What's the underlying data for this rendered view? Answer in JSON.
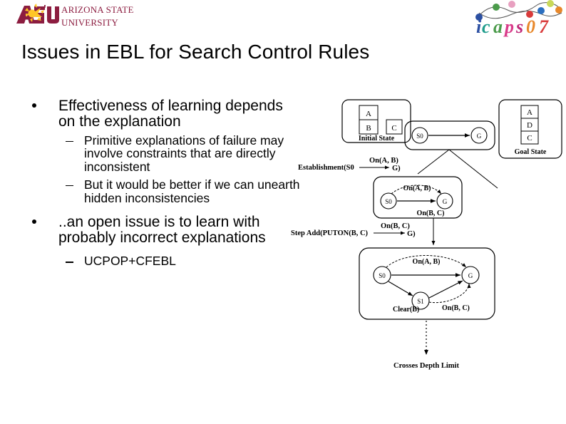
{
  "header": {
    "asu_logo": {
      "name": "arizona-state-university-logo",
      "line1": "ARIZONA STATE",
      "line2": "UNIVERSITY",
      "mark_text": "ASU",
      "maroon": "#8C1D40",
      "gold": "#FFC627"
    },
    "icaps_logo": {
      "name": "icaps-2007-logo",
      "text": "icaps07",
      "dot_colors": [
        "#2B4FA2",
        "#4B9B4B",
        "#E8A0C0",
        "#8FBF3F",
        "#D93B3B",
        "#2B6FC0",
        "#C9D95A",
        "#E8882B"
      ]
    }
  },
  "slide": {
    "title": "Issues in EBL for Search Control Rules",
    "bullets": [
      {
        "level": 1,
        "text": "Effectiveness of learning depends on the explanation",
        "children": [
          {
            "level": 2,
            "text": "Primitive explanations of failure may involve constraints that are directly inconsistent"
          },
          {
            "level": 2,
            "text": "But it would be better if we can unearth hidden inconsistencies"
          }
        ]
      },
      {
        "level": 1,
        "text": "..an open issue is to learn with probably incorrect explanations",
        "children": [
          {
            "level": 2,
            "text": "UCPOP+CFEBL"
          }
        ]
      }
    ]
  },
  "diagram": {
    "name": "ebl-search-tree-diagram",
    "initial_state": {
      "label": "Initial State",
      "stack": [
        "A",
        "B"
      ],
      "side_block": "C"
    },
    "goal_state": {
      "label": "Goal State",
      "stack": [
        "A",
        "D",
        "C"
      ]
    },
    "root_plan": {
      "nodes": [
        "S0",
        "G"
      ],
      "edge_labels": []
    },
    "edge_left_label": {
      "prefix": "Establishment(S0",
      "above": "On(A, B)",
      "suffix": "G)"
    },
    "middle_plan": {
      "nodes": [
        "S0",
        "G"
      ],
      "top_label": "On(A, B)",
      "bottom_label": "On(B, C)"
    },
    "edge_lower_label": {
      "prefix": "Step Add(PUTON(B, C)",
      "above": "On(B, C)",
      "suffix": "G)"
    },
    "bottom_plan": {
      "nodes": [
        "S0",
        "S1",
        "G"
      ],
      "top_label": "On(A, B)",
      "left_label": "Clear(B)",
      "right_label": "On(B, C)"
    },
    "footer_label": "Crosses Depth Limit"
  }
}
